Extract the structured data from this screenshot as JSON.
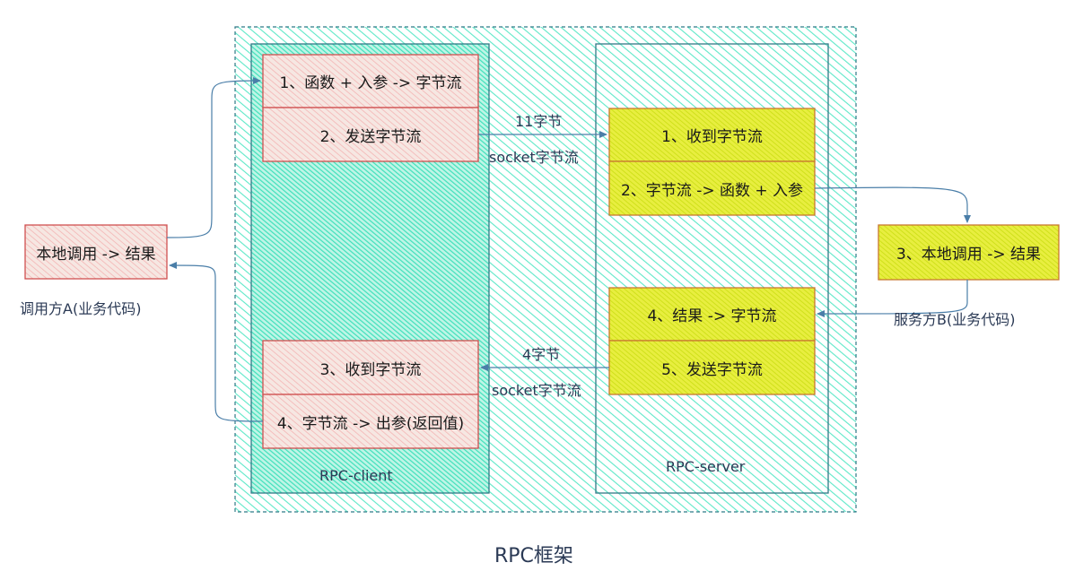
{
  "caller": {
    "box_text": "本地调用 -> 结果",
    "label": "调用方A(业务代码)"
  },
  "client": {
    "title": "RPC-client",
    "steps": [
      "1、函数 + 入参 -> 字节流",
      "2、发送字节流",
      "3、收到字节流",
      "4、字节流 -> 出参(返回值)"
    ]
  },
  "server": {
    "title": "RPC-server",
    "steps": [
      "1、收到字节流",
      "2、字节流 -> 函数 + 入参",
      "4、结果 -> 字节流",
      "5、发送字节流"
    ]
  },
  "callee": {
    "box_text": "3、本地调用 -> 结果",
    "label": "服务方B(业务代码)"
  },
  "links": {
    "request_label_1": "11字节",
    "request_label_2": "socket字节流",
    "response_label_1": "4字节",
    "response_label_2": "socket字节流"
  },
  "framework_title": "RPC框架",
  "colors": {
    "teal_fill": "#5ee8c8",
    "teal_border": "#2f7a86",
    "red_border": "#d05050",
    "red_fill": "#f7b0b0",
    "yellow_fill": "#e8e820",
    "yellow_border": "#c8a020",
    "arrow": "#4a7ea8"
  }
}
